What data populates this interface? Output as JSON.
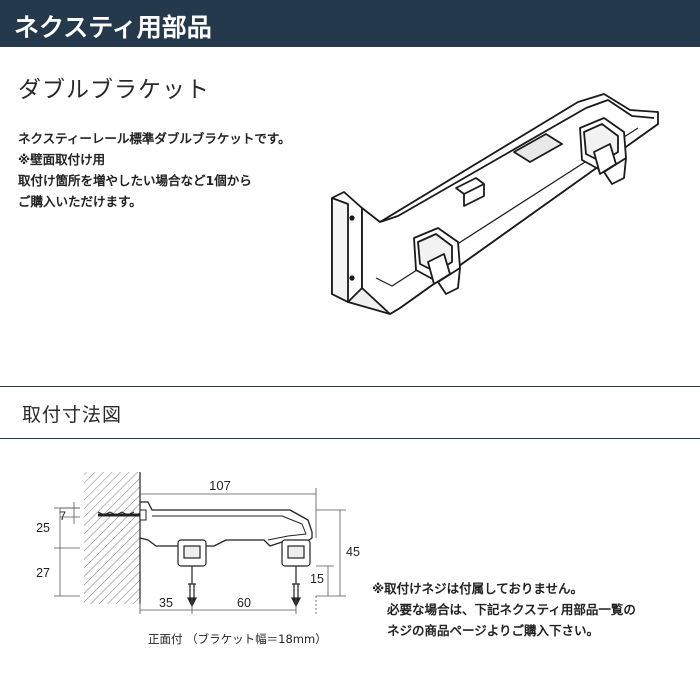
{
  "header": {
    "title": "ネクスティ用部品"
  },
  "product": {
    "title": "ダブルブラケット",
    "description": [
      "ネクスティーレール標準ダブルブラケットです。",
      "※壁面取付け用",
      "取付け箇所を増やしたい場合など1個から",
      "ご購入いただけます。"
    ]
  },
  "dimensions": {
    "title": "取付寸法図",
    "labels": {
      "width_total": "107",
      "screw_offset": "7",
      "upper_height": "25",
      "lower_height": "27",
      "total_height": "45",
      "runner_height": "15",
      "first_runner": "35",
      "runner_spacing": "60"
    },
    "caption": "正面付 （ブラケット幅＝18mm）"
  },
  "note": {
    "lines": [
      "※取付けネジは付属しておりません。",
      "必要な場合は、下記ネクスティ用部品一覧の",
      "ネジの商品ページよりご購入下さい。"
    ]
  }
}
